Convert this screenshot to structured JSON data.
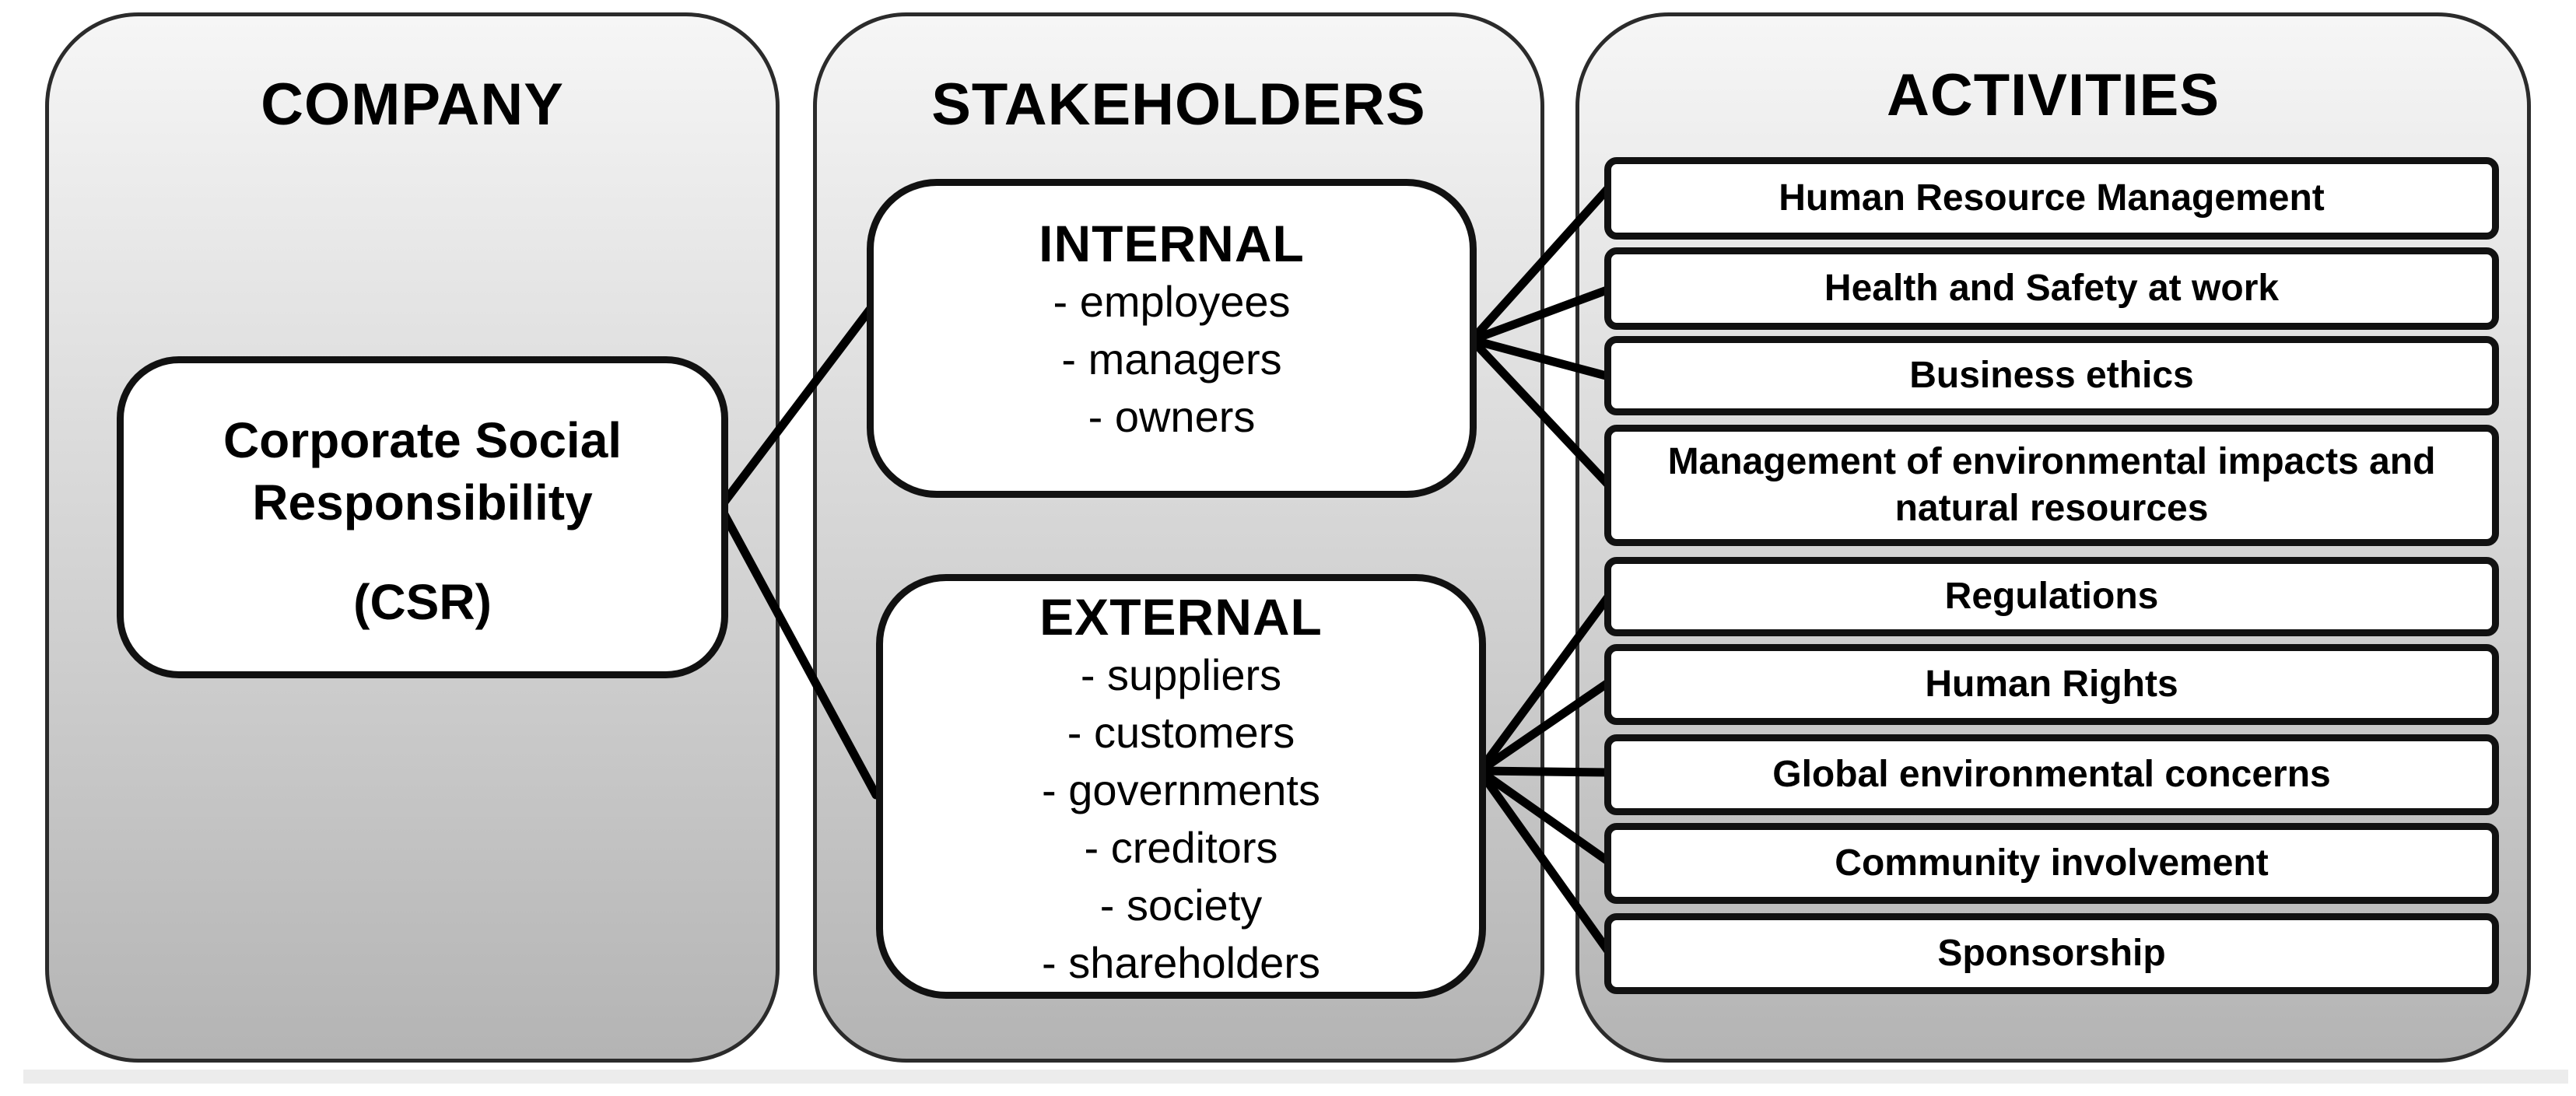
{
  "columns": {
    "company": "COMPANY",
    "stakeholders": "STAKEHOLDERS",
    "activities": "ACTIVITIES"
  },
  "csr": {
    "line1": "Corporate Social",
    "line2": "Responsibility",
    "line3": "(CSR)"
  },
  "internal": {
    "title": "INTERNAL",
    "items": [
      "- employees",
      "- managers",
      "- owners"
    ]
  },
  "external": {
    "title": "EXTERNAL",
    "items": [
      "- suppliers",
      "- customers",
      "- governments",
      "- creditors",
      "- society",
      "- shareholders"
    ]
  },
  "activities": [
    "Human Resource Management",
    "Health and Safety at work",
    "Business ethics",
    "Management of environmental impacts and natural resources",
    "Regulations",
    "Human Rights",
    "Global environmental concerns",
    "Community involvement",
    "Sponsorship"
  ],
  "colors": {
    "border": "#111111",
    "panel_top": "#f6f6f6",
    "panel_bottom": "#b4b4b4"
  }
}
